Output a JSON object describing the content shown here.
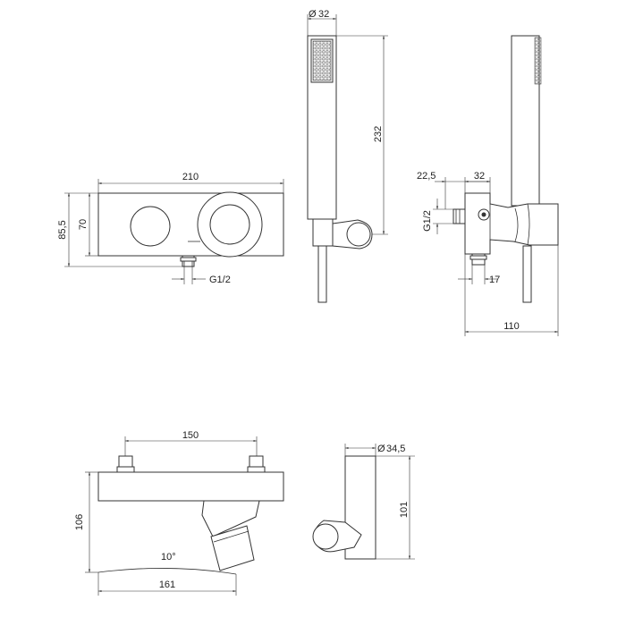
{
  "drawing": {
    "dimensions": {
      "front_width": "210",
      "front_height_outer": "85,5",
      "front_height_body": "70",
      "front_outlet_thread": "G1/2",
      "handshower_diameter": "32",
      "handshower_length": "232",
      "side_offset": "22,5",
      "side_body_depth": "32",
      "side_thread": "G1/2",
      "side_outlet": "17",
      "side_total_depth": "110",
      "spout_centers": "150",
      "spout_height": "106",
      "spout_angle": "10°",
      "spout_projection": "161",
      "holder_diameter": "34,5",
      "holder_height": "101"
    }
  }
}
